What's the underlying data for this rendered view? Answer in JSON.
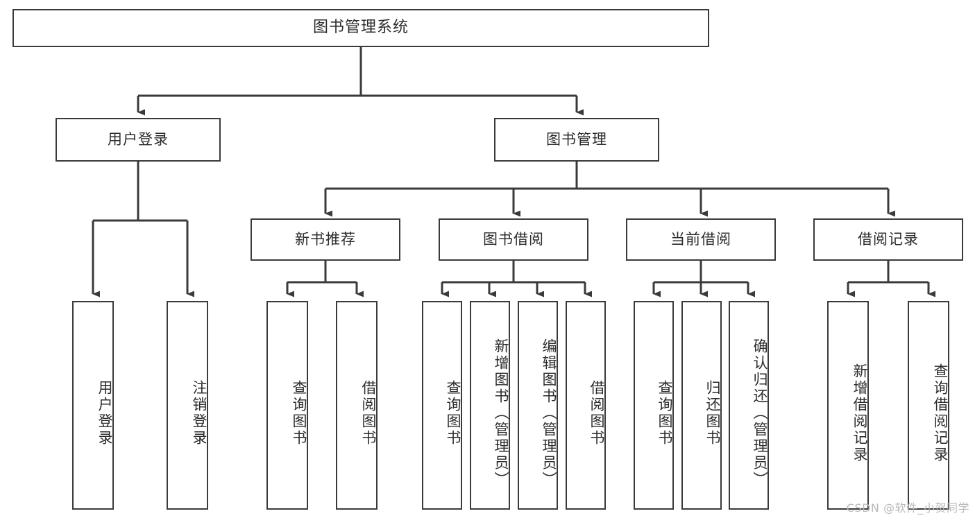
{
  "diagram": {
    "title": "图书管理系统",
    "type": "tree-hierarchy-chart",
    "watermark": "CSDN @软件_小贺同学",
    "colors": {
      "stroke": "#3a3a3a",
      "fill": "#ffffff",
      "text": "#2b2b2b",
      "watermark": "#b9b9b9"
    },
    "nodes": {
      "root": {
        "label": "图书管理系统"
      },
      "level2": [
        {
          "label": "用户登录"
        },
        {
          "label": "图书管理"
        }
      ],
      "level3": [
        {
          "label": "新书推荐"
        },
        {
          "label": "图书借阅"
        },
        {
          "label": "当前借阅"
        },
        {
          "label": "借阅记录"
        }
      ],
      "leaves": {
        "user_login": [
          {
            "label": "用户登录"
          },
          {
            "label": "注销登录"
          }
        ],
        "new_book_recommend": [
          {
            "label": "查询图书"
          },
          {
            "label": "借阅图书"
          }
        ],
        "book_borrow": [
          {
            "label": "查询图书"
          },
          {
            "label": "新增图书（管理员）"
          },
          {
            "label": "编辑图书（管理员）"
          },
          {
            "label": "借阅图书"
          }
        ],
        "current_borrow": [
          {
            "label": "查询图书"
          },
          {
            "label": "归还图书"
          },
          {
            "label": "确认归还（管理员）"
          }
        ],
        "borrow_record": [
          {
            "label": "新增借阅记录"
          },
          {
            "label": "查询借阅记录"
          }
        ]
      }
    }
  }
}
